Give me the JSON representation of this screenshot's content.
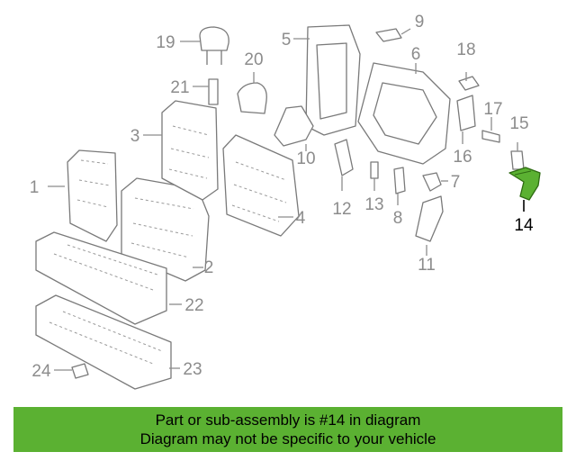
{
  "diagram": {
    "highlight_color": "#5bb132",
    "highlighted_part": "14",
    "callouts": [
      "1",
      "2",
      "3",
      "4",
      "5",
      "6",
      "7",
      "8",
      "9",
      "10",
      "11",
      "12",
      "13",
      "14",
      "15",
      "16",
      "17",
      "18",
      "19",
      "20",
      "21",
      "22",
      "23",
      "24"
    ]
  },
  "banner": {
    "line1": "Part or sub-assembly is #14 in diagram",
    "line2": "Diagram may not be specific to your vehicle"
  }
}
